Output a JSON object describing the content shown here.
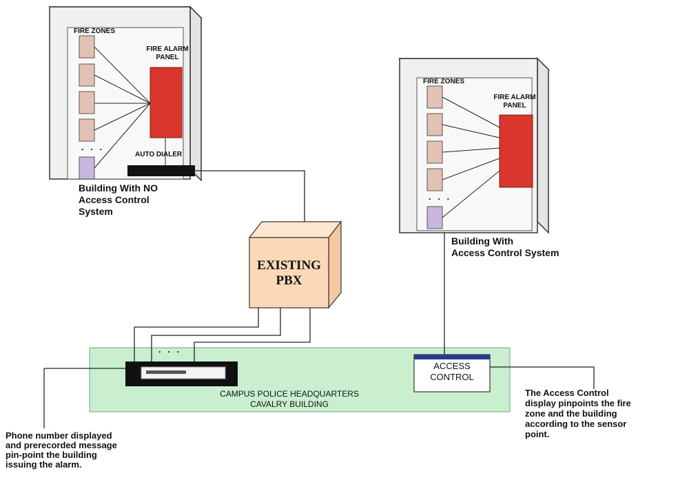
{
  "building_left": {
    "fire_zones_label": "FIRE ZONES",
    "panel_label": "FIRE ALARM\nPANEL",
    "dots": ". . .",
    "auto_dialer_label": "AUTO DIALER",
    "caption": "Building With NO\nAccess Control\nSystem"
  },
  "building_right": {
    "fire_zones_label": "FIRE ZONES",
    "panel_label": "FIRE ALARM\nPANEL",
    "dots": ". . .",
    "caption": "Building With\nAccess Control System"
  },
  "pbx": {
    "label": "EXISTING\nPBX"
  },
  "hq": {
    "label": "CAMPUS POLICE HEADQUARTERS\nCAVALRY BUILDING",
    "dots": ". . .",
    "access_control_label": "ACCESS\nCONTROL"
  },
  "notes": {
    "left": "Phone number displayed\nand prerecorded message\npin-point the building\nissuing the alarm.",
    "right": "The Access Control\ndisplay pinpoints the fire\nzone and the building\naccording to the sensor\npoint."
  },
  "colors": {
    "panel_red": "#d9372b",
    "pbx_face": "#fbd9b8",
    "hq_green": "#c9efcf",
    "zone_fill": "#e2c2b5",
    "zone_last": "#c9b6e0"
  }
}
